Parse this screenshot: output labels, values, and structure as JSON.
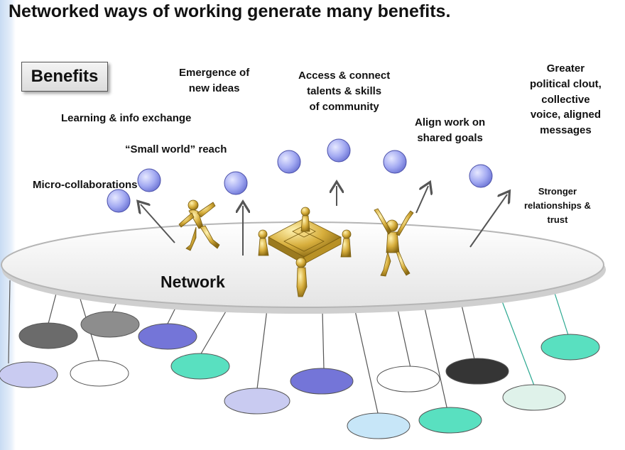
{
  "title": "Networked ways of working generate many benefits.",
  "benefits_heading": "Benefits",
  "network_label": "Network",
  "benefit_labels": {
    "emergence": [
      "Emergence of",
      "new ideas"
    ],
    "access": [
      "Access & connect",
      "talents & skills",
      "of community"
    ],
    "clout": [
      "Greater",
      "political clout,",
      "collective",
      "voice, aligned",
      "messages"
    ],
    "learning": [
      "Learning & info exchange"
    ],
    "align": [
      "Align work on",
      "shared goals"
    ],
    "small_world": [
      "“Small world” reach"
    ],
    "micro": [
      "Micro-collaborations"
    ],
    "relationships": [
      "Stronger",
      "relationships &",
      "trust"
    ]
  },
  "colors": {
    "benefit_bubble": "#9fa6f0",
    "network_disc": "#ffffff",
    "figure_gold": "#c9a233",
    "member_lavender": "#c9cbf1",
    "member_white": "#ffffff",
    "member_dark_gray": "#6b6b6b",
    "member_gray": "#8d8d8d",
    "member_blue": "#7475d8",
    "member_teal": "#59e0c0",
    "member_light_blue": "#c7e6f8",
    "member_black": "#353535",
    "member_mint": "#dff2ea"
  }
}
